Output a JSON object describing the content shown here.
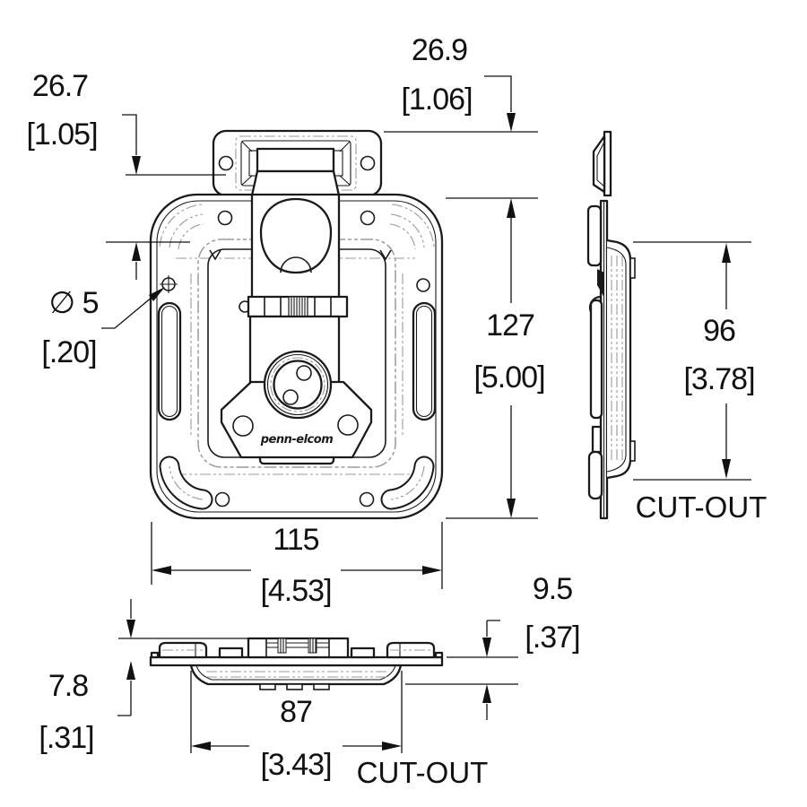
{
  "drawing": {
    "brand_logo": "penn-elcom",
    "labels": {
      "cutout_side": "CUT-OUT",
      "cutout_bottom": "CUT-OUT"
    },
    "dimensions": {
      "offset_left": {
        "mm": "26.7",
        "inch": "[1.05]"
      },
      "offset_top": {
        "mm": "26.9",
        "inch": "[1.06]"
      },
      "hole_dia": {
        "mm": "∅ 5",
        "inch": "[.20]"
      },
      "height": {
        "mm": "127",
        "inch": "[5.00]"
      },
      "cutout_height": {
        "mm": "96",
        "inch": "[3.78]"
      },
      "width": {
        "mm": "115",
        "inch": "[4.53]"
      },
      "depth": {
        "mm": "9.5",
        "inch": "[.37]"
      },
      "protrusion": {
        "mm": "7.8",
        "inch": "[.31]"
      },
      "cutout_width": {
        "mm": "87",
        "inch": "[3.43]"
      }
    },
    "colors": {
      "line": "#1a1a1a",
      "hidden_line": "#9b9b9b",
      "background": "#ffffff"
    }
  }
}
